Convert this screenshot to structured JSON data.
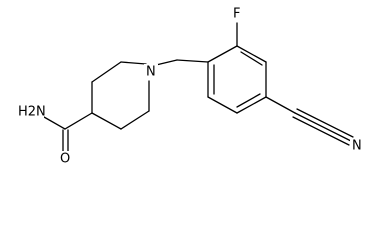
{
  "molecule": {
    "atoms": {
      "amide_nh2": "H2N",
      "amide_o": "O",
      "piperidine_n": "N",
      "fluorine": "F",
      "nitrile_n": "N"
    }
  },
  "colors": {
    "bond": "#000000",
    "text": "#000000",
    "background": "#ffffff"
  }
}
